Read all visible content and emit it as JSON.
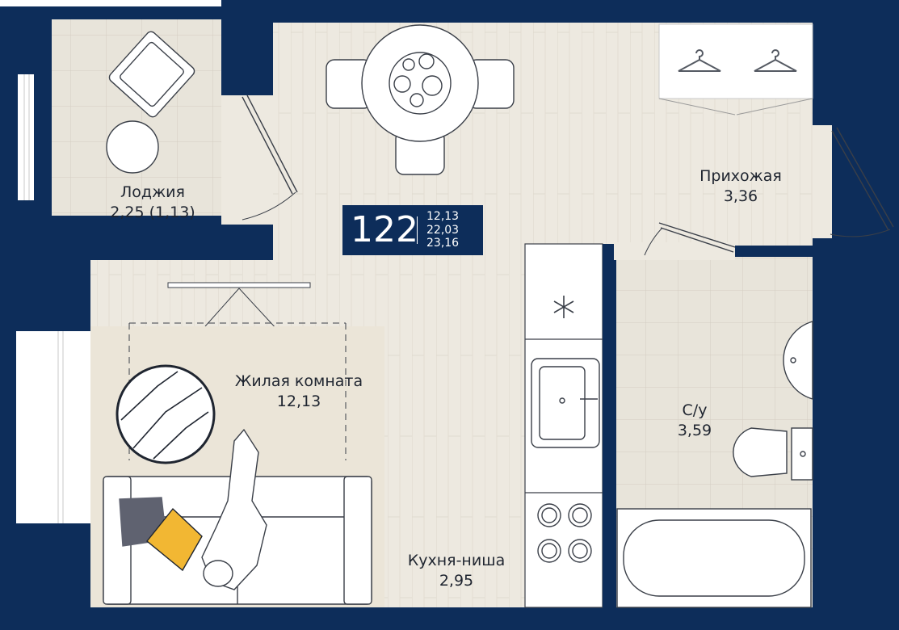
{
  "colors": {
    "wall": "#0d2d5a",
    "floor_tile": "#e8e4da",
    "floor_parquet": "#ede9e0",
    "rug": "#ebe5d8",
    "furniture_line": "#3a3f48",
    "cushion_dark": "#5f6270",
    "cushion_yellow": "#f2b733",
    "badge_bg": "#0d2d5a",
    "badge_text": "#ffffff"
  },
  "rooms": [
    {
      "key": "loggia",
      "name": "Лоджия",
      "area": "2,25 (1,13)"
    },
    {
      "key": "hallway",
      "name": "Прихожая",
      "area": "3,36"
    },
    {
      "key": "living",
      "name": "Жилая комната",
      "area": "12,13"
    },
    {
      "key": "bathroom",
      "name": "С/у",
      "area": "3,59"
    },
    {
      "key": "kitchen",
      "name": "Кухня-ниша",
      "area": "2,95"
    }
  ],
  "badge": {
    "number": "122",
    "areas": [
      "12,13",
      "22,03",
      "23,16"
    ]
  },
  "icons": [
    "snowflake-icon",
    "hanger-icon",
    "sink-icon",
    "stove-icon",
    "bathtub-icon",
    "toilet-icon",
    "washbasin-icon",
    "armchair-icon",
    "dining-table-icon",
    "sofa-icon",
    "person-icon"
  ]
}
